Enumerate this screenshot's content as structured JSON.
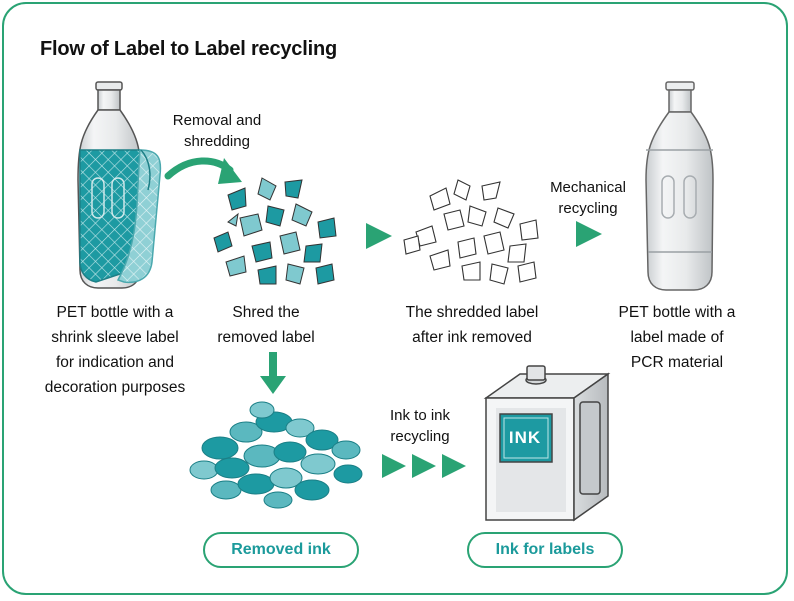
{
  "title": "Flow of Label to Label recycling",
  "colors": {
    "border": "#2aa374",
    "arrow": "#2aa374",
    "teal": "#1d9aa2",
    "teal_light": "#7fc9cf",
    "pill_text": "#1b9a9b"
  },
  "steps": {
    "pet_bottle": "PET bottle with a\nshrink sleeve label\nfor indication and\ndecoration purposes",
    "removal": "Removal and\nshredding",
    "shred": "Shred the\nremoved label",
    "shredded_after": "The shredded label\nafter ink removed",
    "mechanical": "Mechanical\nrecycling",
    "pcr_bottle": "PET bottle with a\nlabel made of\nPCR material",
    "ink_to_ink": "Ink to ink\nrecycling",
    "ink_can_label": "INK"
  },
  "pills": {
    "removed_ink": "Removed ink",
    "ink_for_labels": "Ink for labels"
  },
  "icons": [
    "labeled-bottle-icon",
    "curved-arrow-icon",
    "teal-shreds-icon",
    "white-shreds-icon",
    "clear-bottle-icon",
    "down-arrow-icon",
    "ink-blobs-icon",
    "ink-can-icon",
    "triangle-arrow-icon"
  ]
}
